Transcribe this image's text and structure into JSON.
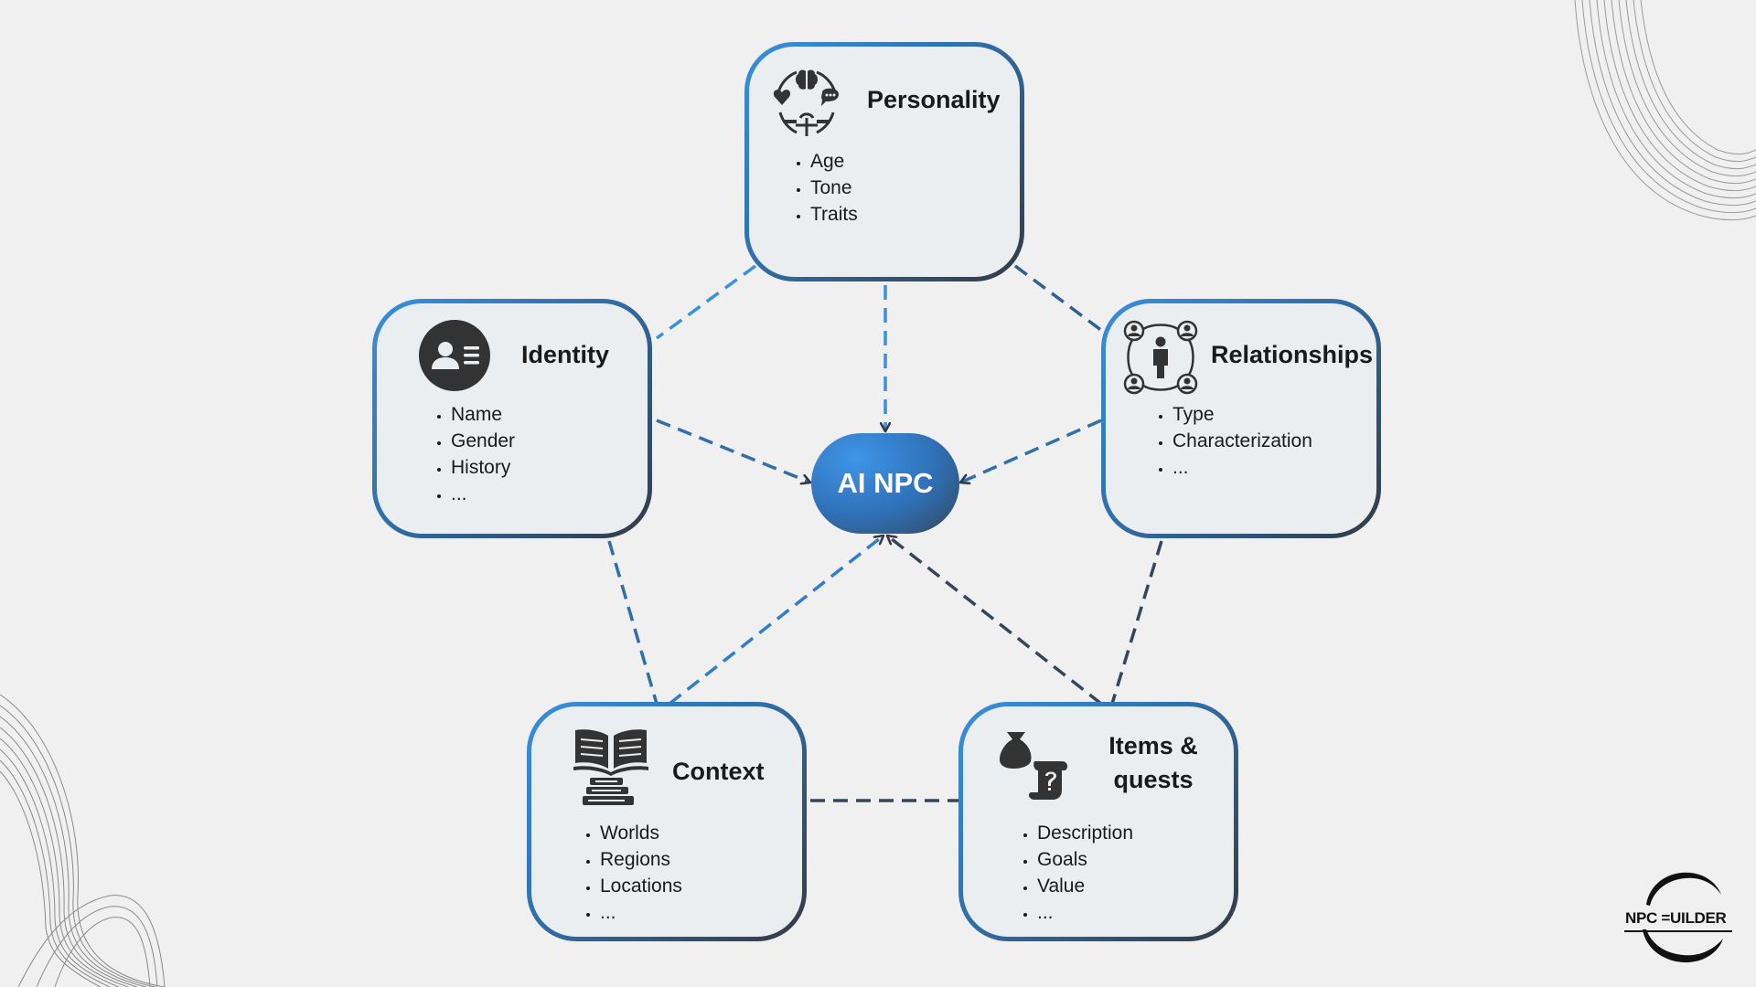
{
  "hub": {
    "label": "AI NPC"
  },
  "nodes": [
    {
      "id": "personality",
      "title": "Personality",
      "icon": "personality-icon",
      "items": [
        "Age",
        "Tone",
        "Traits"
      ]
    },
    {
      "id": "identity",
      "title": "Identity",
      "icon": "id-card-icon",
      "items": [
        "Name",
        "Gender",
        "History",
        "..."
      ]
    },
    {
      "id": "relationships",
      "title": "Relationships",
      "icon": "relationships-network-icon",
      "items": [
        "Type",
        "Characterization",
        "..."
      ]
    },
    {
      "id": "context",
      "title": "Context",
      "icon": "books-icon",
      "items": [
        "Worlds",
        "Regions",
        "Locations",
        "..."
      ]
    },
    {
      "id": "items_quests",
      "title_line1": "Items &",
      "title_line2": "quests",
      "icon": "loot-bag-scroll-icon",
      "items": [
        "Description",
        "Goals",
        "Value",
        "..."
      ]
    }
  ],
  "logo": {
    "text": "NPC =UILDER"
  },
  "colors": {
    "accent_blue": "#3a8fe0",
    "dark_slate": "#333a44",
    "card_fill": "#ebeef1",
    "background": "#f0f0f0"
  }
}
